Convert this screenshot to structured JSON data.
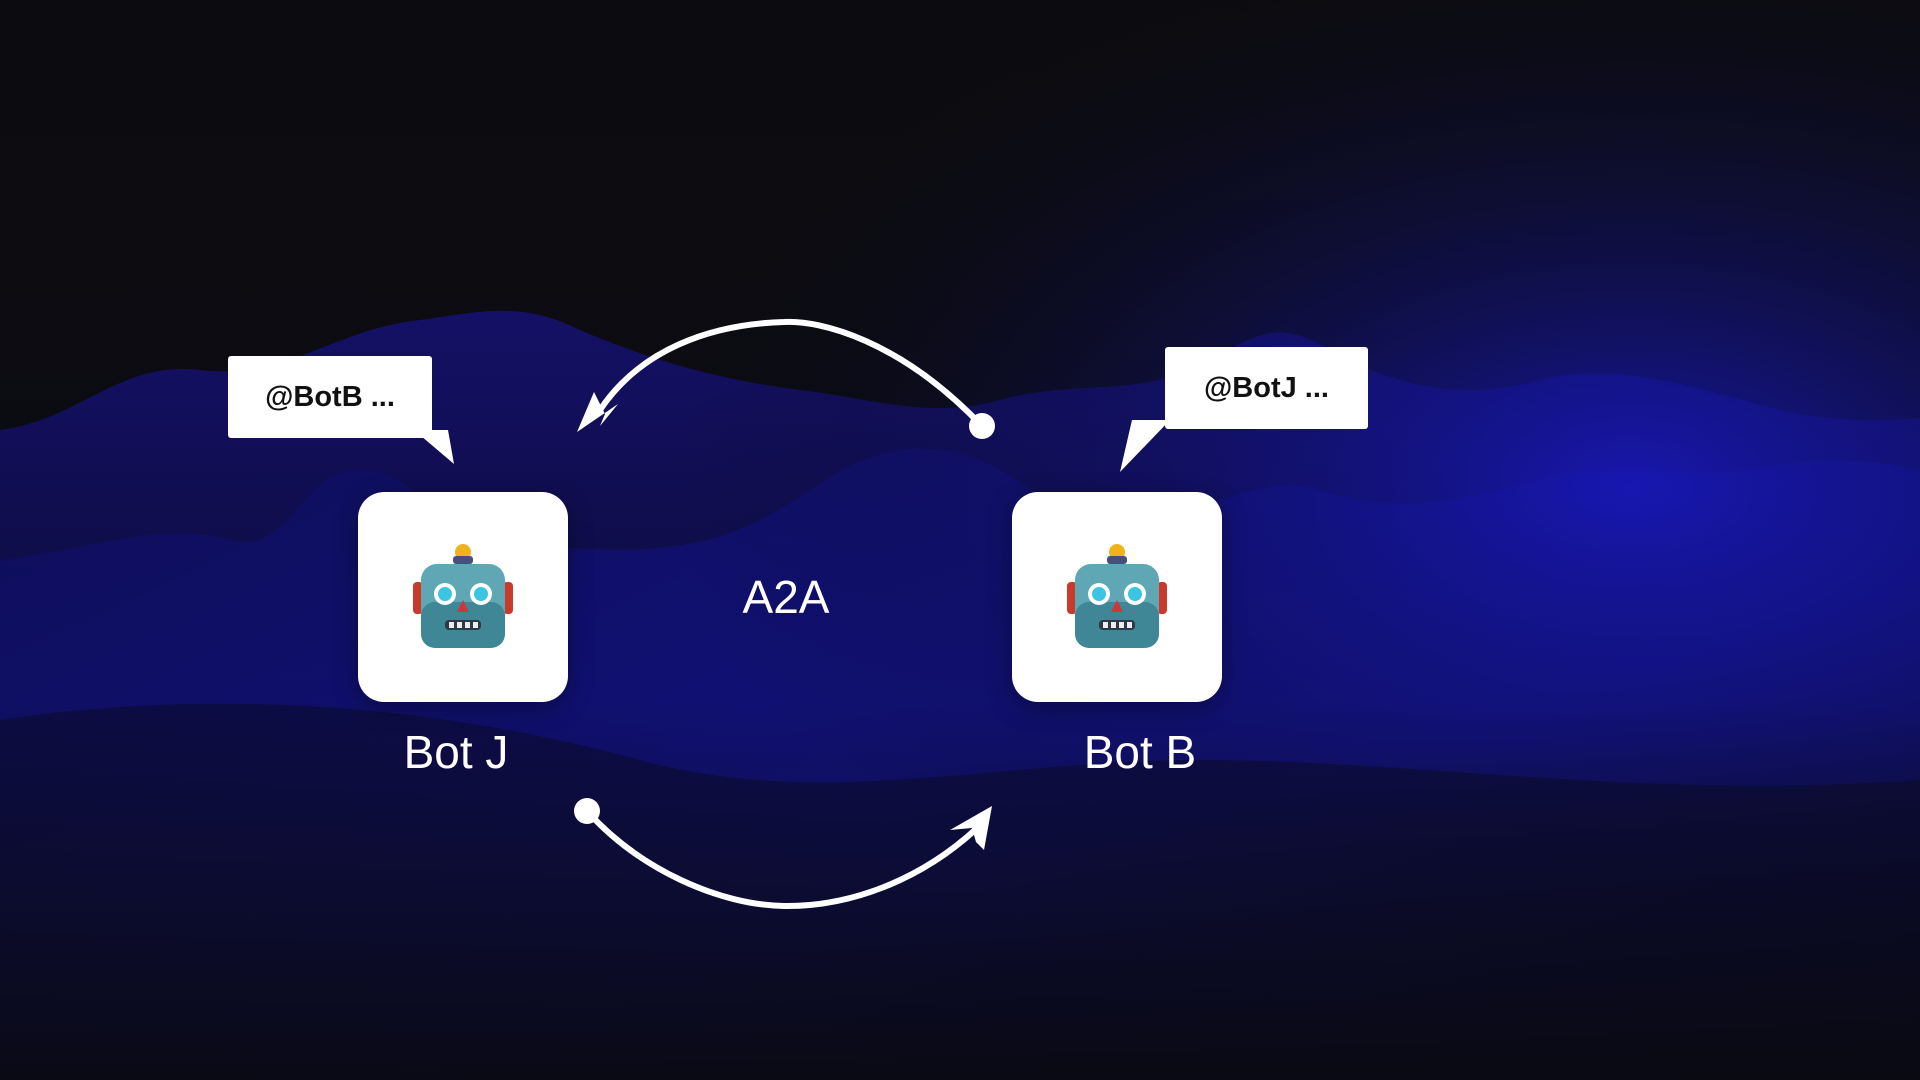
{
  "diagram": {
    "center_label": "A2A",
    "bots": [
      {
        "name": "Bot J",
        "message": "@BotB ..."
      },
      {
        "name": "Bot B",
        "message": "@BotJ ..."
      }
    ],
    "icons": {
      "bot": "robot-face-icon",
      "arrows": "curved-arrow-icon"
    },
    "colors": {
      "background_dark": "#0b0b10",
      "background_blue": "#1414a0",
      "tile": "#ffffff",
      "text": "#ffffff",
      "bubble_text": "#111111"
    }
  }
}
